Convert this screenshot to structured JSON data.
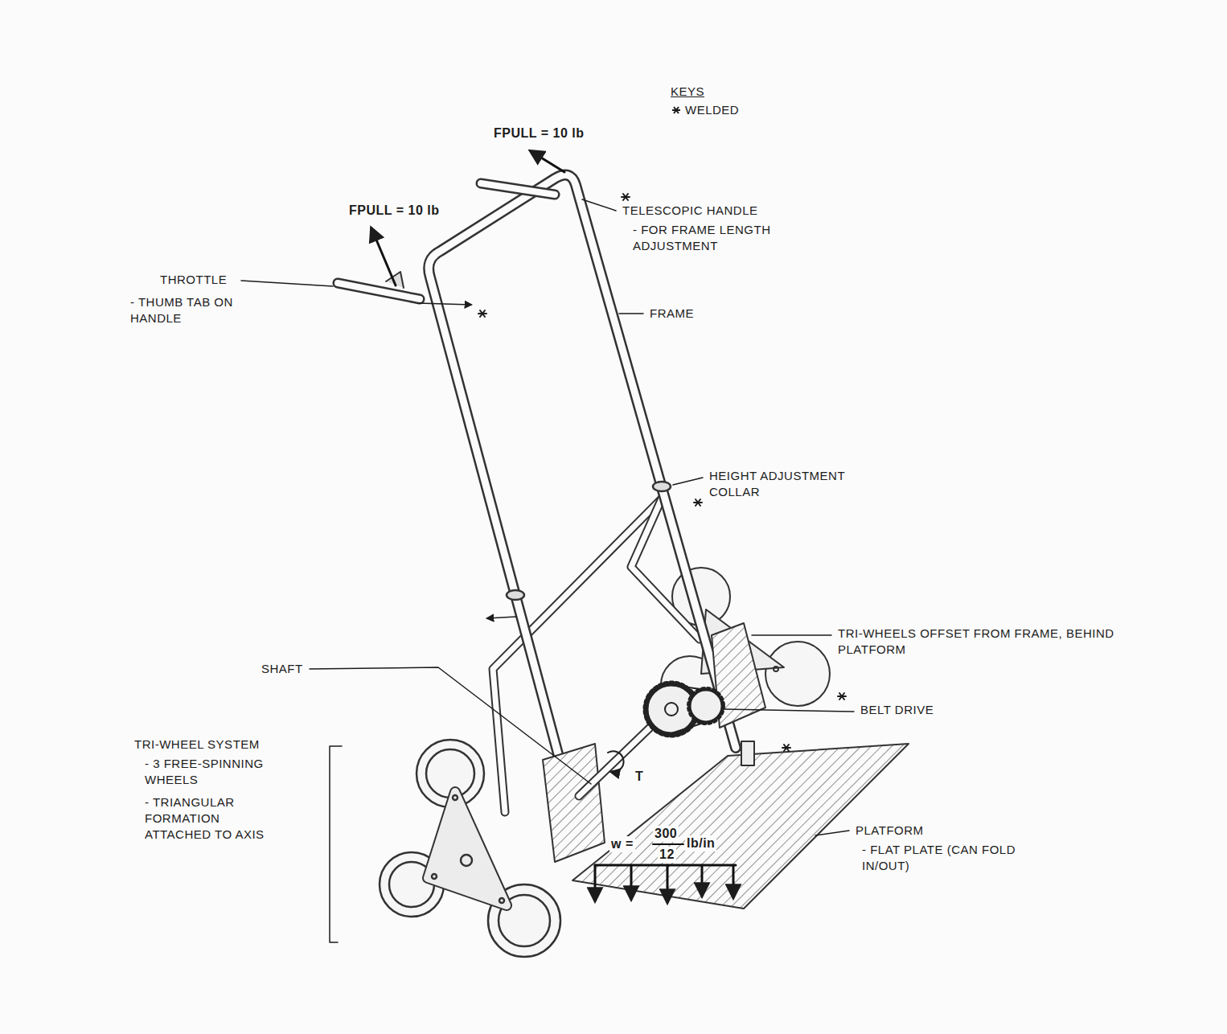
{
  "diagram": {
    "labels": [
      "KEYS",
      "FPULL = 10 lb",
      "FPULL = 10 lb",
      "TELESCOPIC HANDLE",
      "- FOR FRAME LENGTH ADJUSTMENT",
      "THROTTLE",
      "- THUMB TAB ON HANDLE",
      "FRAME",
      "HEIGHT ADJUSTMENT COLLAR",
      "TRI-WHEELS OFFSET FROM FRAME, BEHIND PLATFORM",
      "SHAFT",
      "T",
      "BELT DRIVE",
      "TRI-WHEEL SYSTEM",
      "- 3 FREE-SPINNING WHEELS",
      "- TRIANGULAR FORMATION ATTACHED TO AXIS",
      "w =",
      "300",
      "12",
      "lb/in",
      "PLATFORM",
      "- FLAT PLATE (CAN FOLD IN/OUT)"
    ],
    "legend": [
      {
        "text": "WELDED"
      }
    ]
  }
}
